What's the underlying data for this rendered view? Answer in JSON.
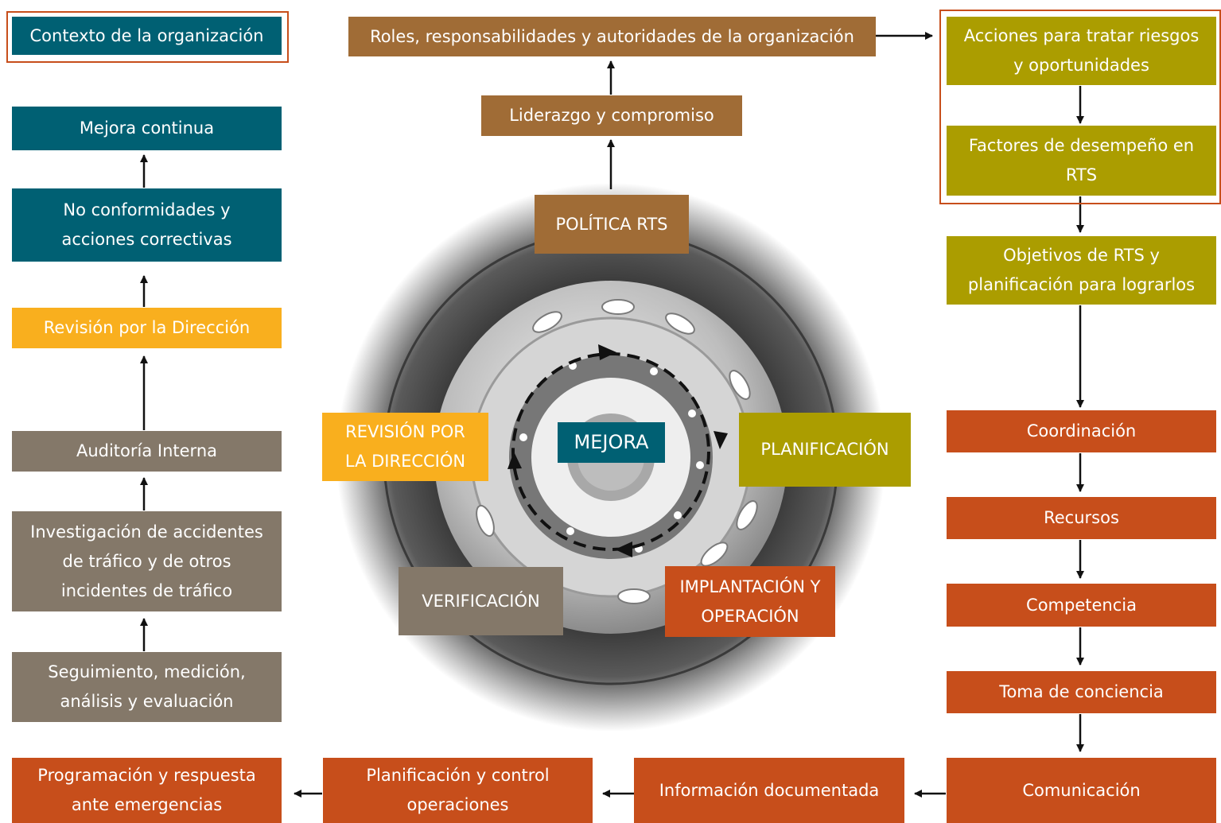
{
  "left_column": {
    "context": "Contexto de la organización",
    "improvement": "Mejora continua",
    "nonconformities": "No conformidades y acciones correctivas",
    "management_review": "Revisión por la Dirección",
    "internal_audit": "Auditoría Interna",
    "investigation": "Investigación de accidentes de tráfico y de otros incidentes de tráfico",
    "monitoring": "Seguimiento, medición, análisis y evaluación"
  },
  "top_center": {
    "roles": "Roles, responsabilidades y autoridades de la organización",
    "leadership": "Liderazgo y compromiso"
  },
  "right_column": {
    "actions": "Acciones para tratar riesgos y oportunidades",
    "factors": "Factores de desempeño en RTS",
    "objectives": "Objetivos de RTS y planificación para lograrlos",
    "coordination": "Coordinación",
    "resources": "Recursos",
    "competence": "Competencia",
    "awareness": "Toma de conciencia",
    "communication": "Comunicación"
  },
  "bottom_row": {
    "documented_info": "Información documentada",
    "operations": "Planificación y control operaciones",
    "emergencies": "Programación  y respuesta ante emergencias"
  },
  "wheel": {
    "policy": "POLÍTICA RTS",
    "center": "MEJORA",
    "planning": "PLANIFICACIÓN",
    "implementation": "IMPLANTACIÓN Y OPERACIÓN",
    "verification": "VERIFICACIÓN",
    "review": "REVISIÓN POR LA DIRECCIÓN"
  },
  "colors": {
    "teal": "#006073",
    "gold": "#F9AF1E",
    "grey": "#847869",
    "brown": "#A06C36",
    "olive": "#AB9D00",
    "orange": "#C74E1B"
  }
}
